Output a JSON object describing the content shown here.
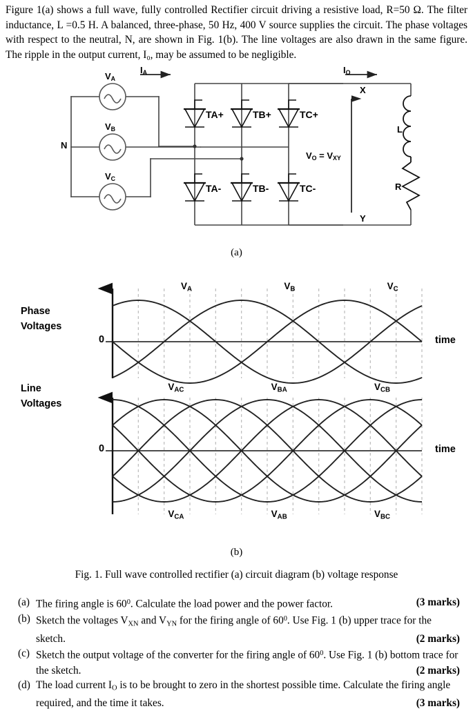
{
  "intro": {
    "paragraph": "Figure 1(a) shows a full wave, fully controlled Rectifier circuit driving a resistive load, R=50 Ω. The filter inductance, L =0.5 H. A balanced, three-phase, 50 Hz, 400 V source supplies the circuit. The phase voltages with respect to the neutral, N, are shown in Fig. 1(b). The line voltages are also drawn in the same figure. The ripple in the output current, I₀, may be assumed to be negligible."
  },
  "circuit": {
    "sources": [
      {
        "name": "source-a",
        "label": "V",
        "sub": "A"
      },
      {
        "name": "source-b",
        "label": "V",
        "sub": "B"
      },
      {
        "name": "source-c",
        "label": "V",
        "sub": "C"
      }
    ],
    "neutral_label": "N",
    "input_current_label": "I",
    "input_current_sub": "A",
    "output_current_label": "I",
    "output_current_sub": "O",
    "thyristors": [
      "TA+",
      "TB+",
      "TC+",
      "TA-",
      "TB-",
      "TC-"
    ],
    "node_x": "X",
    "node_y": "Y",
    "inductor_label": "L",
    "resistor_label": "R",
    "output_voltage_label": "V₀ = Vₓᵧ",
    "output_voltage_main": "V",
    "output_voltage_sub1": "O",
    "output_voltage_eq": " = V",
    "output_voltage_sub2": "XY"
  },
  "labels": {
    "part_a": "(a)",
    "part_b": "(b)",
    "figure_caption": "Fig. 1. Full wave controlled rectifier (a) circuit diagram (b) voltage response"
  },
  "chart_data": {
    "type": "line",
    "title": "Fig. 1 (b) voltage response",
    "panels": [
      {
        "name": "phase-voltages",
        "ylabel_line1": "Phase",
        "ylabel_line2": "Voltages",
        "xlabel": "time",
        "zero_label": "0",
        "xlim_deg": [
          0,
          360
        ],
        "ylim": [
          -1,
          1
        ],
        "grid": "dashed vertical every 30 degrees",
        "series": [
          {
            "name": "VA",
            "label": "V",
            "sub": "A",
            "amplitude": 1.0,
            "phase_deg": 60,
            "label_x_deg": 90
          },
          {
            "name": "VB",
            "label": "V",
            "sub": "B",
            "amplitude": 1.0,
            "phase_deg": -60,
            "label_x_deg": 210
          },
          {
            "name": "VC",
            "label": "V",
            "sub": "C",
            "amplitude": 1.0,
            "phase_deg": 180,
            "label_x_deg": 330
          }
        ]
      },
      {
        "name": "line-voltages",
        "ylabel_line1": "Line",
        "ylabel_line2": "Voltages",
        "xlabel": "time",
        "zero_label": "0",
        "xlim_deg": [
          0,
          360
        ],
        "ylim": [
          -1,
          1
        ],
        "grid": "dashed vertical every 30 degrees",
        "series": [
          {
            "name": "VAC",
            "label": "V",
            "sub": "AC",
            "amplitude": 1.0,
            "phase_deg": 90,
            "label_x_deg": 75,
            "label_pos": "top"
          },
          {
            "name": "VBA",
            "label": "V",
            "sub": "BA",
            "amplitude": 1.0,
            "phase_deg": -30,
            "label_x_deg": 195,
            "label_pos": "top"
          },
          {
            "name": "VCB",
            "label": "V",
            "sub": "CB",
            "amplitude": 1.0,
            "phase_deg": -150,
            "label_x_deg": 315,
            "label_pos": "top"
          },
          {
            "name": "VCA",
            "label": "V",
            "sub": "CA",
            "amplitude": 1.0,
            "phase_deg": -90,
            "label_x_deg": 75,
            "label_pos": "bottom"
          },
          {
            "name": "VAB",
            "label": "V",
            "sub": "AB",
            "amplitude": 1.0,
            "phase_deg": 150,
            "label_x_deg": 195,
            "label_pos": "bottom"
          },
          {
            "name": "VBC",
            "label": "V",
            "sub": "BC",
            "amplitude": 1.0,
            "phase_deg": 30,
            "label_x_deg": 315,
            "label_pos": "bottom"
          }
        ]
      }
    ]
  },
  "questions": [
    {
      "tag": "(a)",
      "text_html": "The firing angle is 60<sup>0</sup>. Calculate the load power and the power factor.",
      "marks": "(3 marks)",
      "marks_same_line": true
    },
    {
      "tag": "(b)",
      "text_html": "Sketch the voltages V<sub>XN</sub> and V<sub>YN</sub> for the firing angle of 60<sup>0</sup>. Use Fig. 1 (b) upper trace for the sketch.",
      "marks": "(2 marks)",
      "marks_same_line": false
    },
    {
      "tag": "(c)",
      "text_html": "Sketch the output voltage of the converter for the firing angle of 60<sup>0</sup>. Use Fig. 1 (b) bottom trace for the sketch.",
      "marks": "(2 marks)",
      "marks_same_line": false
    },
    {
      "tag": "(d)",
      "text_html": "The load current I<sub>O</sub> is to be brought to zero in the shortest possible time. Calculate the firing angle required, and the time it takes.",
      "marks": "(3 marks)",
      "marks_same_line": false
    }
  ],
  "colors": {
    "ink": "#000000",
    "grid": "#bbbbbb",
    "wire": "#444444"
  }
}
